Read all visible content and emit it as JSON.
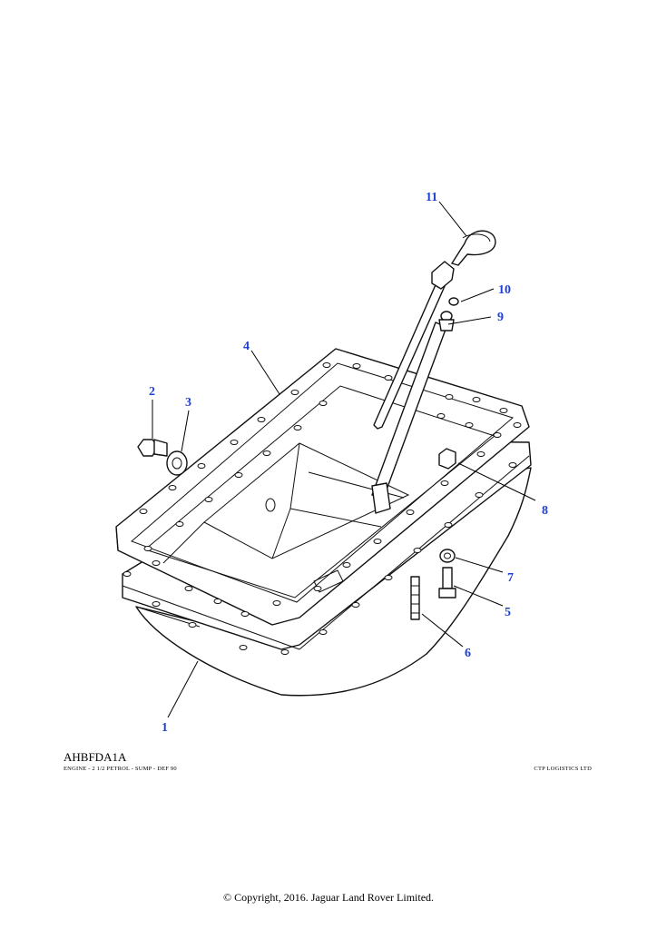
{
  "diagram": {
    "code": "AHBFDA1A",
    "title": "ENGINE - 2 1/2 PETROL - SUMP - DEF 90",
    "brand": "CTP LOGISTICS LTD",
    "copyright": "© Copyright, 2016. Jaguar Land Rover Limited.",
    "callout_color": "#1f3fd1",
    "callouts": [
      "1",
      "2",
      "3",
      "4",
      "5",
      "6",
      "7",
      "8",
      "9",
      "10",
      "11"
    ]
  }
}
